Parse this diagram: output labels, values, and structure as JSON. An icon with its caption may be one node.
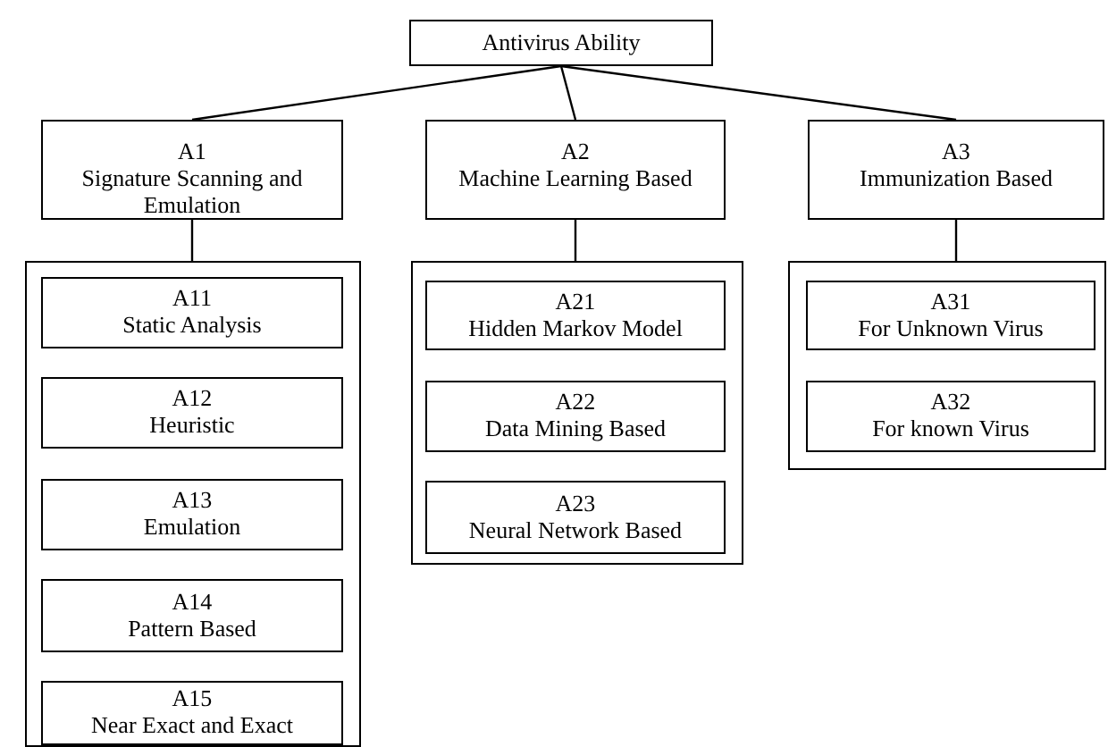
{
  "diagram": {
    "nodes": [
      {
        "text": [
          "Antivirus Ability"
        ]
      },
      {
        "text": [
          "A1",
          "Signature Scanning and Emulation"
        ]
      },
      {
        "text": [
          "A2",
          "Machine Learning Based"
        ]
      },
      {
        "text": [
          "A3",
          "Immunization Based"
        ]
      },
      {
        "text": [],
        "shape": "box"
      },
      {
        "text": [
          "A11",
          "Static Analysis"
        ],
        "in": 4
      },
      {
        "text": [
          "A12",
          "Heuristic"
        ],
        "in": 4
      },
      {
        "text": [
          "A13",
          "Emulation"
        ],
        "in": 4
      },
      {
        "text": [
          "A14",
          "Pattern Based"
        ],
        "in": 4
      },
      {
        "text": [
          "A15",
          "Near Exact and Exact"
        ],
        "in": 4
      },
      {
        "text": [],
        "shape": "box"
      },
      {
        "text": [
          "A21",
          "Hidden Markov Model"
        ],
        "in": 10
      },
      {
        "text": [
          "A22",
          "Data Mining Based"
        ],
        "in": 10
      },
      {
        "text": [
          "A23",
          "Neural Network Based"
        ],
        "in": 10
      },
      {
        "text": [],
        "shape": "box"
      },
      {
        "text": [
          "A31",
          "For Unknown Virus"
        ],
        "in": 14
      },
      {
        "text": [
          "A32",
          "For known Virus"
        ],
        "in": 14
      }
    ],
    "edges": [
      {
        "from": 0,
        "to": 1,
        "arrow": "none"
      },
      {
        "from": 0,
        "to": 2,
        "arrow": "none"
      },
      {
        "from": 0,
        "to": 3,
        "arrow": "none"
      },
      {
        "from": 1,
        "to": 4,
        "arrow": "none"
      },
      {
        "from": 2,
        "to": 10,
        "arrow": "none"
      },
      {
        "from": 3,
        "to": 14,
        "arrow": "none"
      }
    ]
  }
}
